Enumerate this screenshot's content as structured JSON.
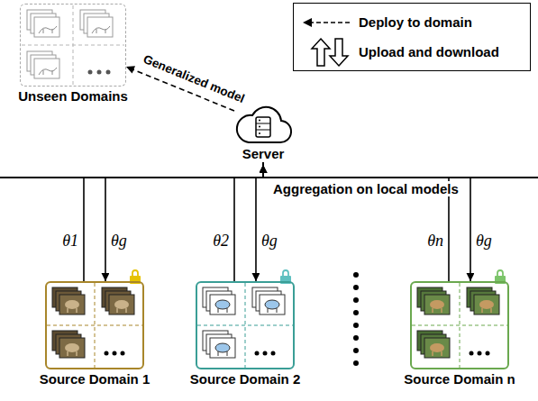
{
  "diagram": {
    "nodes": [
      {
        "text": [
          "Unseen Domains"
        ]
      },
      {
        "text": [
          "Server"
        ]
      },
      {
        "text": [
          "Source Domain 1"
        ]
      },
      {
        "text": [
          "Source Domain 2"
        ]
      },
      {
        "text": [
          "Source Domain n"
        ]
      }
    ],
    "edges": [
      {
        "from": 1,
        "to": 0,
        "arrow": "to",
        "label": "Generalized model"
      },
      {
        "from": 2,
        "to": 1,
        "arrow": "to",
        "label": "θ1"
      },
      {
        "from": 1,
        "to": 2,
        "arrow": "to",
        "label": "θg"
      },
      {
        "from": 3,
        "to": 1,
        "arrow": "to",
        "label": "θ2"
      },
      {
        "from": 1,
        "to": 3,
        "arrow": "to",
        "label": "θg"
      },
      {
        "from": 4,
        "to": 1,
        "arrow": "to",
        "label": "θn"
      },
      {
        "from": 1,
        "to": 4,
        "arrow": "to",
        "label": "θg"
      }
    ],
    "labels": [
      "Aggregation on local models"
    ],
    "legend": [
      {
        "text": "Deploy to domain"
      },
      {
        "text": "Upload and download"
      }
    ]
  }
}
